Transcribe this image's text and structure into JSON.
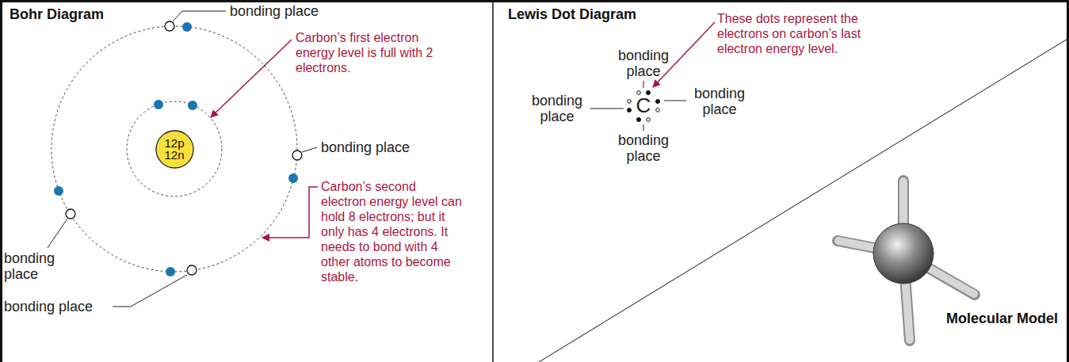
{
  "diagram": {
    "nodes": [
      {
        "text": [
          "12p 12n"
        ]
      }
    ],
    "labels": [
      "Bohr Diagram",
      "bonding place",
      "Carbon’s first electron energy level is full with 2 electrons.",
      "bonding place",
      "Carbon’s second electron energy level can hold 8 electrons; but it only has 4 electrons. It needs to bond with 4 other atoms to become stable.",
      "bonding place",
      "bonding place",
      "Lewis Dot Diagram",
      "These dots represent the electrons on carbon’s last electron energy level.",
      "bonding place",
      "bonding place",
      "C",
      "bonding place",
      "bonding place",
      "Molecular Model"
    ]
  }
}
